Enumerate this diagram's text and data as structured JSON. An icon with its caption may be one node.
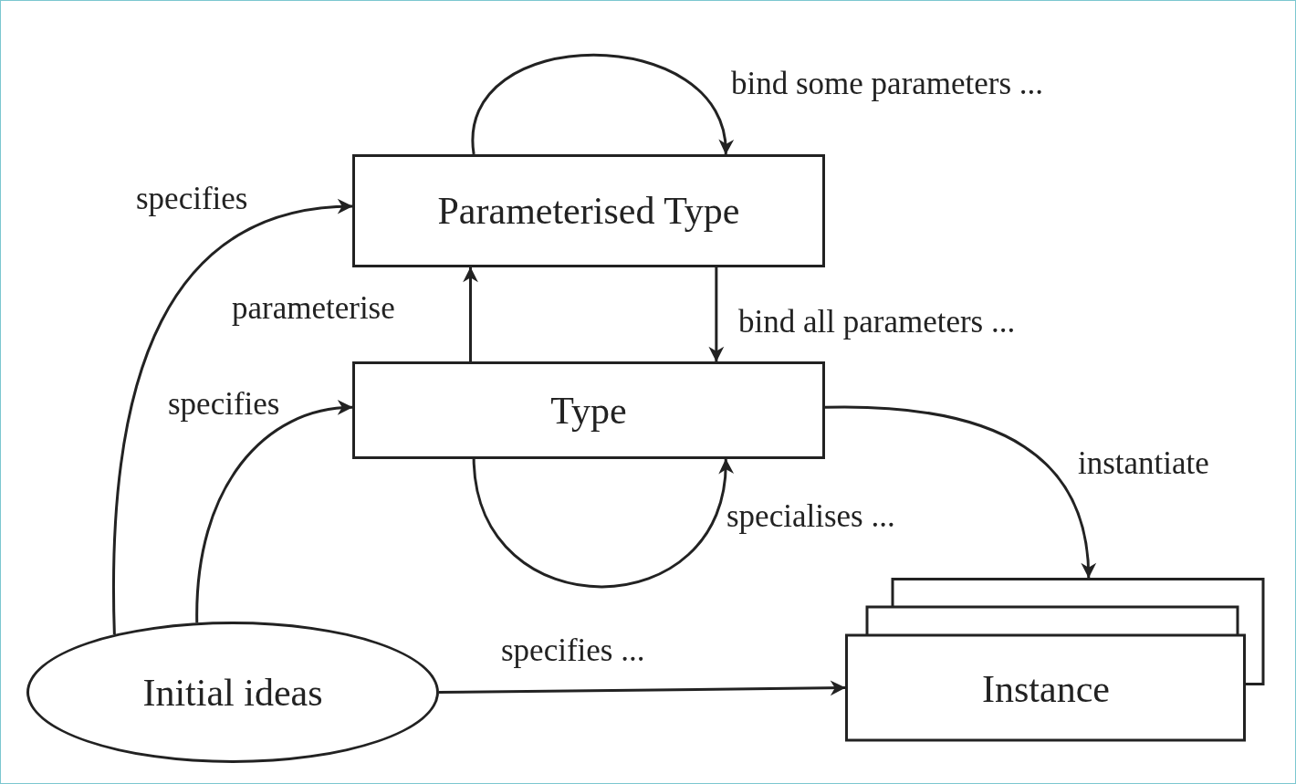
{
  "diagram": {
    "nodes": [
      {
        "text": [
          "Parameterised Type"
        ]
      },
      {
        "text": [
          "Type"
        ]
      },
      {
        "text": [
          "Instance"
        ]
      },
      {
        "text": [
          "Initial ideas"
        ]
      }
    ],
    "edges": [
      {
        "from": 0,
        "to": 0,
        "arrow": "to",
        "label": "bind some parameters ..."
      },
      {
        "from": 0,
        "to": 1,
        "arrow": "to",
        "label": "bind all parameters ..."
      },
      {
        "from": 1,
        "to": 0,
        "arrow": "to",
        "label": "parameterise"
      },
      {
        "from": 1,
        "to": 1,
        "arrow": "to",
        "label": "specialises ..."
      },
      {
        "from": 1,
        "to": 2,
        "arrow": "to",
        "label": "instantiate"
      },
      {
        "from": 3,
        "to": 0,
        "arrow": "to",
        "label": "specifies"
      },
      {
        "from": 3,
        "to": 1,
        "arrow": "to",
        "label": "specifies"
      },
      {
        "from": 3,
        "to": 2,
        "arrow": "to",
        "label": "specifies ..."
      }
    ]
  }
}
